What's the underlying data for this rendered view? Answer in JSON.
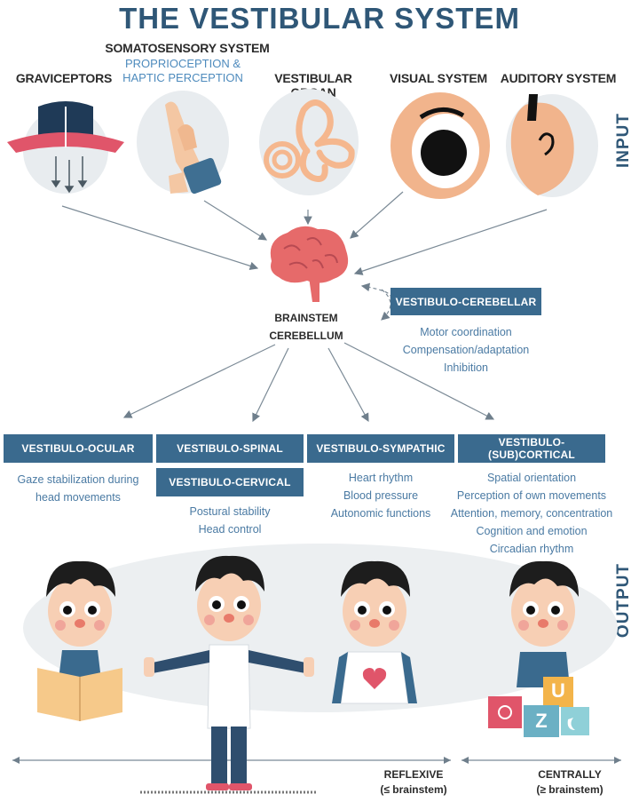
{
  "title": "THE VESTIBULAR SYSTEM",
  "inputs": {
    "graviceptors": "GRAVICEPTORS",
    "somatosensory": "SOMATOSENSORY SYSTEM",
    "somatosensory_sub1": "PROPRIOCEPTION &",
    "somatosensory_sub2": "HAPTIC PERCEPTION",
    "vestibular_organ": "VESTIBULAR ORGAN",
    "visual": "VISUAL SYSTEM",
    "auditory": "AUDITORY SYSTEM"
  },
  "side_labels": {
    "input": "INPUT",
    "output": "OUTPUT"
  },
  "center": {
    "line1": "BRAINSTEM",
    "line2": "CEREBELLUM"
  },
  "cerebellar": {
    "label": "VESTIBULO-CEREBELLAR",
    "items": [
      "Motor coordination",
      "Compensation/adaptation",
      "Inhibition"
    ]
  },
  "outputs": {
    "ocular": {
      "label": "VESTIBULO-OCULAR",
      "items": [
        "Gaze stabilization during",
        "head movements"
      ]
    },
    "spinal": {
      "label": "VESTIBULO-SPINAL"
    },
    "cervical": {
      "label": "VESTIBULO-CERVICAL",
      "items": [
        "Postural stability",
        "Head control"
      ]
    },
    "sympathic": {
      "label": "VESTIBULO-SYMPATHIC",
      "items": [
        "Heart rhythm",
        "Blood pressure",
        "Autonomic functions"
      ]
    },
    "subcortical": {
      "label": "VESTIBULO-(SUB)CORTICAL",
      "items": [
        "Spatial orientation",
        "Perception of own movements",
        "Attention, memory, concentration",
        "Cognition and emotion",
        "Circadian rhythm"
      ]
    }
  },
  "bottom": {
    "reflexive": "REFLEXIVE",
    "reflexive_sub": "(≤ brainstem)",
    "centrally": "CENTRALLY",
    "centrally_sub": "(≥ brainstem)"
  },
  "blocks": {
    "u": "U",
    "z": "Z"
  },
  "colors": {
    "box": "#3a6a8e",
    "title": "#2f5777",
    "desc": "#4a7aa3"
  }
}
